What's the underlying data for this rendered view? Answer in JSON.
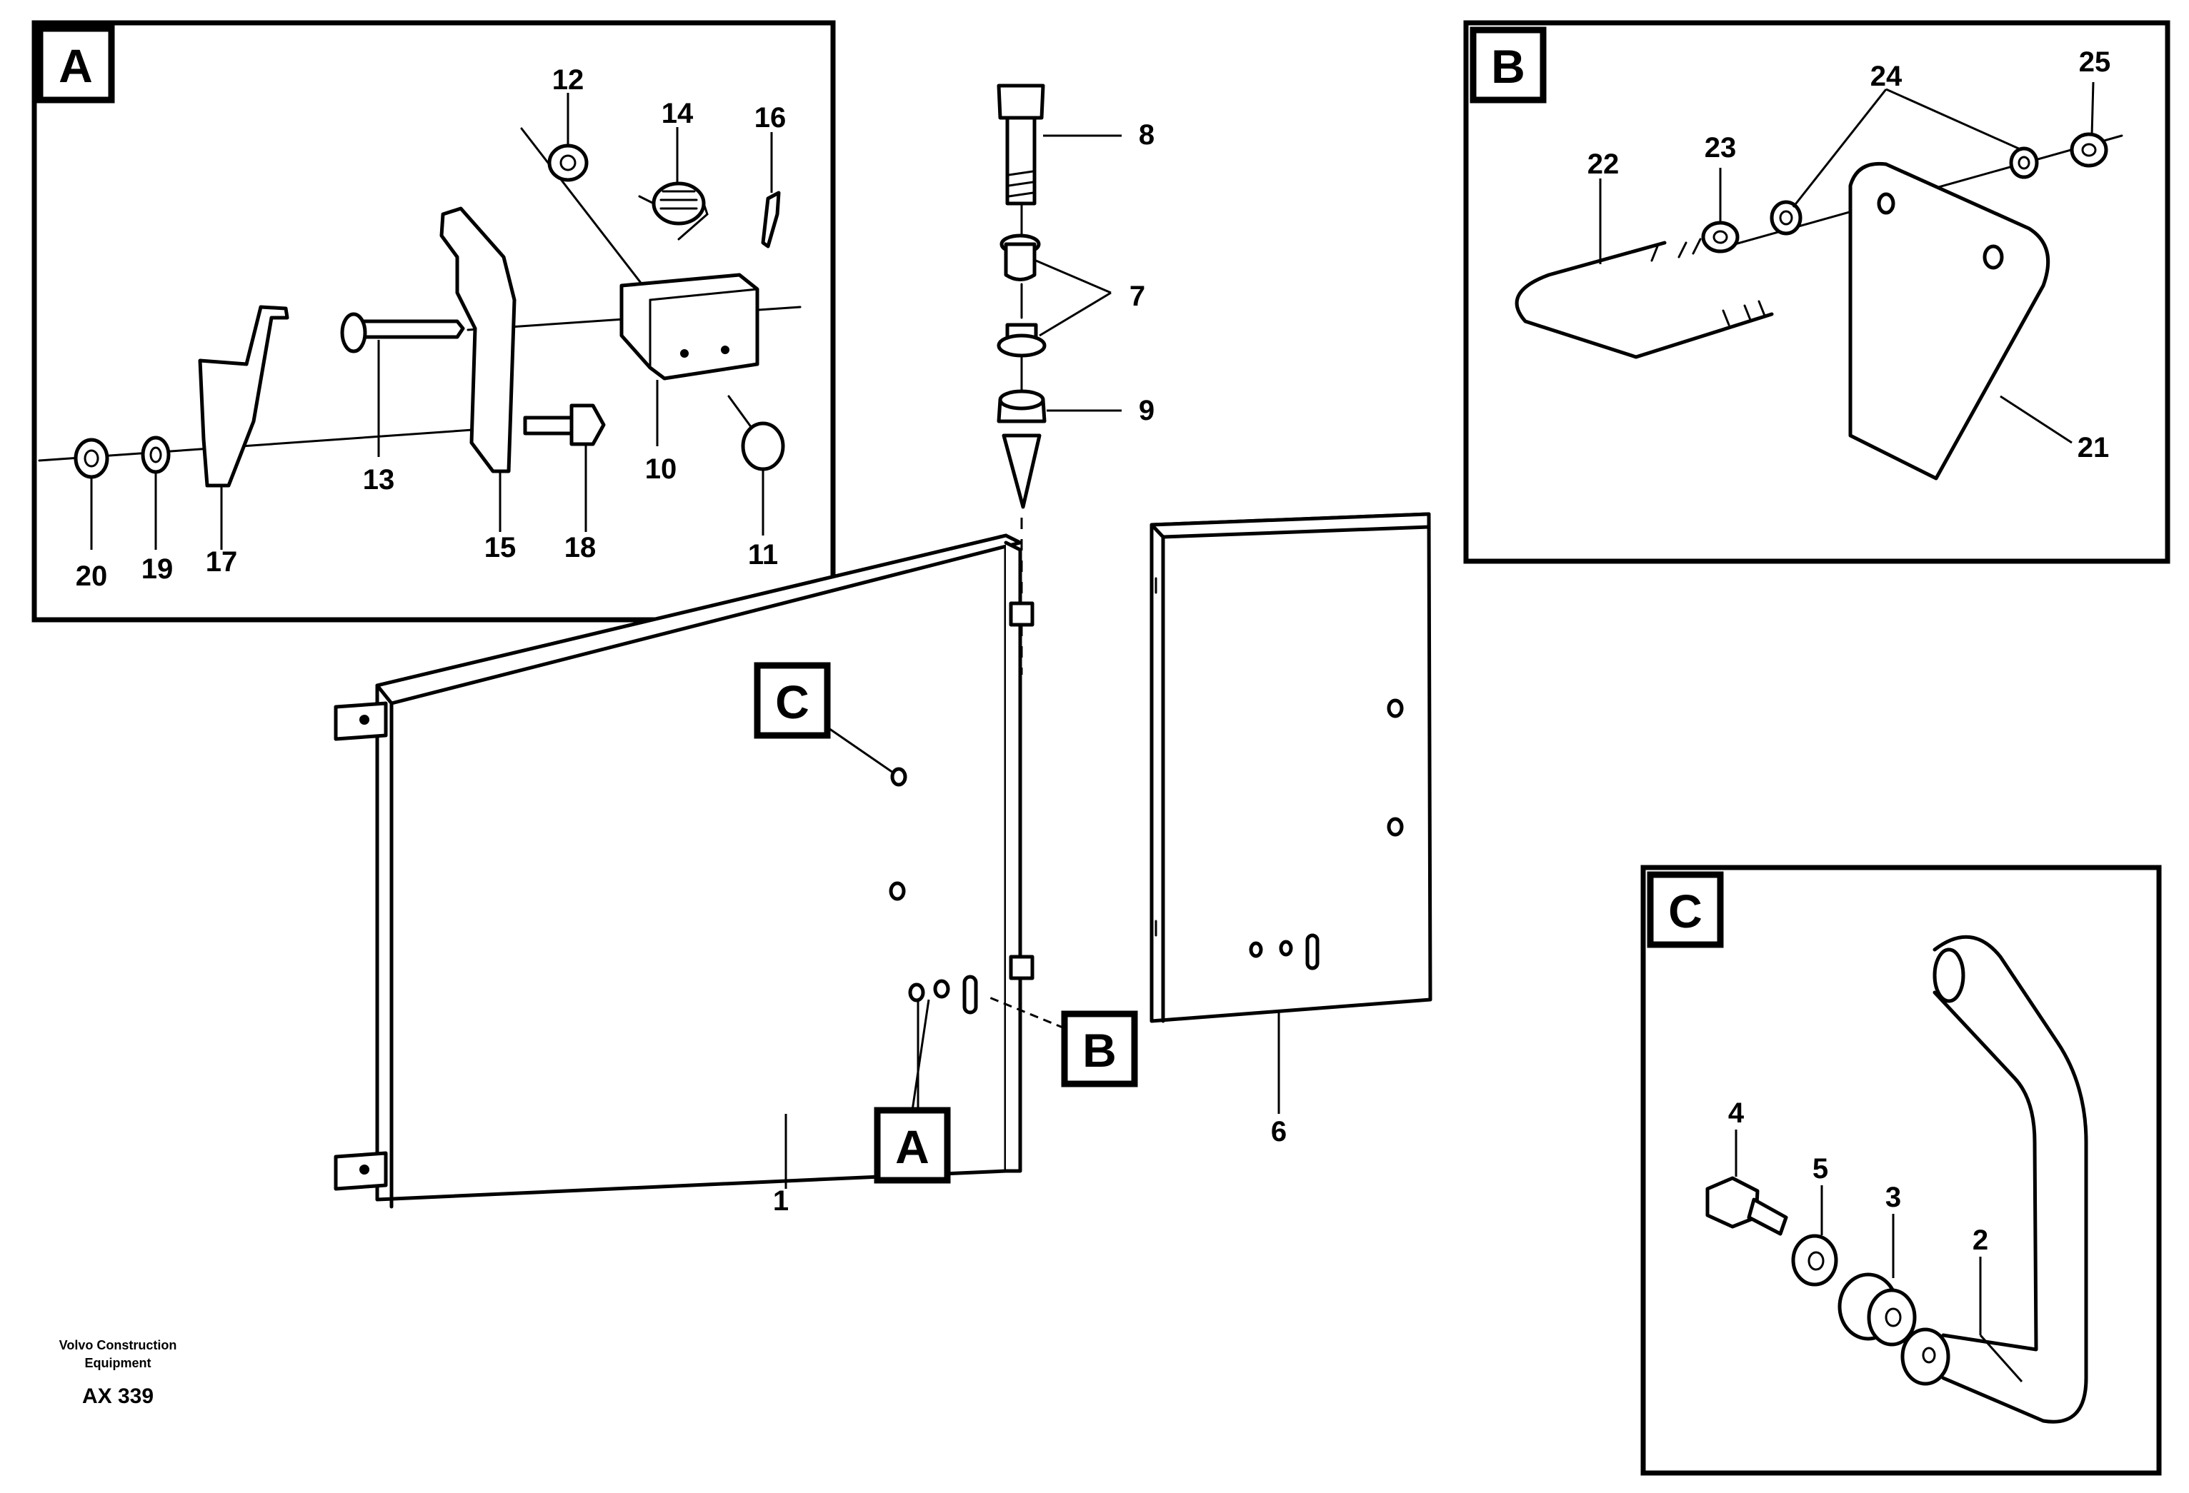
{
  "detail_labels": {
    "a": "A",
    "b": "B",
    "c": "C"
  },
  "callouts": {
    "c_main": "C",
    "a_main": "A",
    "b_main": "B"
  },
  "part_numbers": {
    "p1": "1",
    "p2": "2",
    "p3": "3",
    "p4": "4",
    "p5": "5",
    "p6": "6",
    "p7": "7",
    "p8": "8",
    "p9": "9",
    "p10": "10",
    "p11": "11",
    "p12": "12",
    "p13": "13",
    "p14": "14",
    "p15": "15",
    "p16": "16",
    "p17": "17",
    "p18": "18",
    "p19": "19",
    "p20": "20",
    "p21": "21",
    "p22": "22",
    "p23": "23",
    "p24": "24",
    "p25": "25"
  },
  "footer": {
    "company_line1": "Volvo Construction",
    "company_line2": "Equipment",
    "drawing_id": "AX 339"
  }
}
